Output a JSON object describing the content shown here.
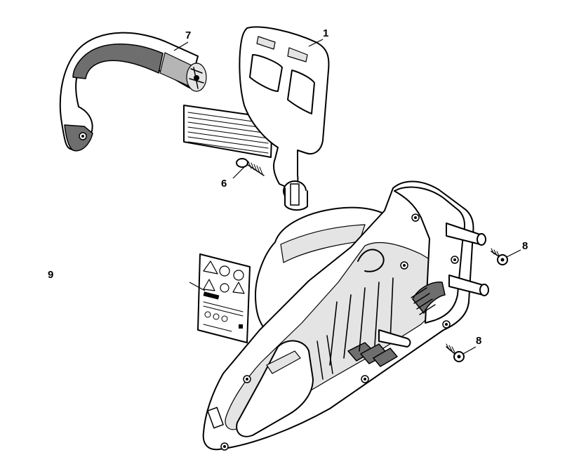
{
  "callouts": {
    "c1": "1",
    "c6": "6",
    "c7": "7",
    "c8a": "8",
    "c8b": "8",
    "c9": "9"
  },
  "colors": {
    "line": "#000000",
    "dark_gray": "#6e6e6e",
    "mid_gray": "#b5b5b5",
    "light_gray": "#e4e4e4",
    "background": "#ffffff"
  }
}
